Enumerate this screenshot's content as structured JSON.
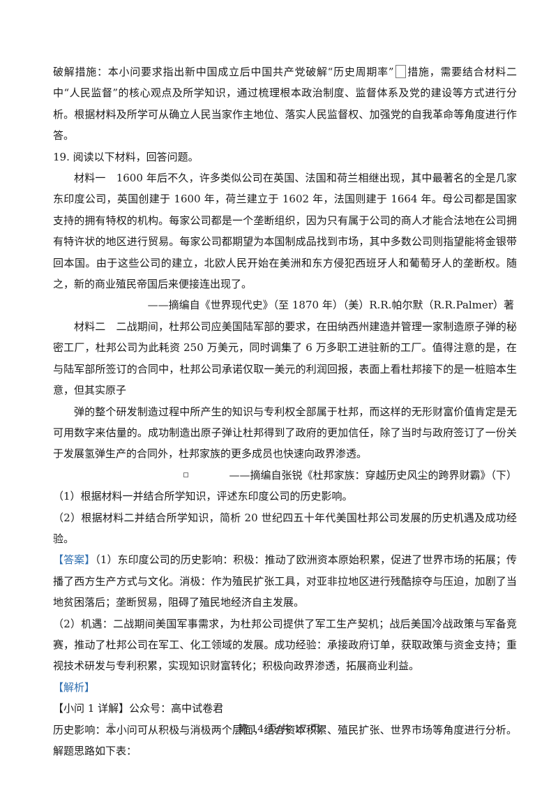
{
  "paragraphs": {
    "p1_before": "破解措施：本小问要求指出新中国成立后中国共产党破解“历史周期率”",
    "p1_after": "措施，需要结合材料二中“人民监督”的核心观点及所学知识，通过梳理根本政治制度、监督体系及党的建设等方式进行分析。根据材料及所学可从确立人民当家作主地位、落实人民监督权、加强党的自我革命等角度进行作答。",
    "q19": "19. 阅读以下材料，回答问题。",
    "m1": "材料一　1600 年后不久，许多类似公司在英国、法国和荷兰相继出现，其中最著名的全是几家东印度公司，英国创建于 1600 年，荷兰建立于 1602 年，法国则建于 1664 年。母公司都是国家支持的拥有特权的机构。每家公司都是一个垄断组织，因为只有属于公司的商人才能合法地在公司拥有特许状的地区进行贸易。每家公司都期望为本国制成品找到市场，其中多数公司则指望能将金银带回本国。由于这些公司的建立，北欧人民开始在美洲和东方侵犯西班牙人和葡萄牙人的垄断权。随之，新的商业殖民帝国后来便接连出现了。",
    "c1": "——摘编自《世界现代史》（至 1870 年）（美）R.R.帕尔默（R.R.Palmer）著",
    "m2": "材料二　二战期间，杜邦公司应美国陆军部的要求，在田纳西州建造并管理一家制造原子弹的秘密工厂，杜邦公司为此耗资 250 万美元，同时调集了 6 万多职工进驻新的工厂。值得注意的是，在与陆军部所签订的合同中，杜邦公司承诺仅取一美元的利润回报，表面上看杜邦接下的是一桩赔本生意，但其实原子",
    "m2b": "弹的整个研发制造过程中所产生的知识与专利权全部属于杜邦，而这样的无形财富价值肯定是无可用数字来估量的。成功制造出原子弹让杜邦得到了政府的更加信任，除了当时与政府签订了一份关于发展氢弹生产的合同外，杜邦家族的更多成员也快速向政界渗透。",
    "c2": "——摘编自张锐《杜邦家族：穿越历史风尘的跨界财霸》（下）",
    "q1": "（1）根据材料一并结合所学知识，评述东印度公司的历史影响。",
    "q2": "（2）根据材料二并结合所学知识，简析 20 世纪四五十年代美国杜邦公司发展的历史机遇及成功经验。",
    "answer_tag": "【答案】",
    "a1": "（1）东印度公司的历史影响：积极：推动了欧洲资本原始积累，促进了世界市场的拓展；传播了西方生产方式与文化。消极：作为殖民扩张工具，对亚非拉地区进行残酷掠夺与压迫，加剧了当地贫困落后；垄断贸易，阻碍了殖民地经济自主发展。",
    "a2": "（2）机遇：二战期间美国军事需求，为杜邦公司提供了军工生产契机；战后美国冷战政策与军备竞赛，推动了杜邦公司在军工、化工领域的发展。成功经验：承接政府订单，获取政策与资金支持；重视技术研发与专利积累，实现知识财富转化；积极向政界渗透，拓展商业利益。",
    "analysis_tag": "【解析】",
    "detail1": "【小问 1 详解】公众号：高中试卷君",
    "detail_text": "历史影响：本小问可从积极与消极两个层面，结合资本积累、殖民扩张、世界市场等角度进行分析。解题思路如下表："
  },
  "footer": {
    "page_text": "第 14 页/共 17 页"
  },
  "colors": {
    "accent": "#2f6fb0",
    "text": "#1a1a1a"
  }
}
